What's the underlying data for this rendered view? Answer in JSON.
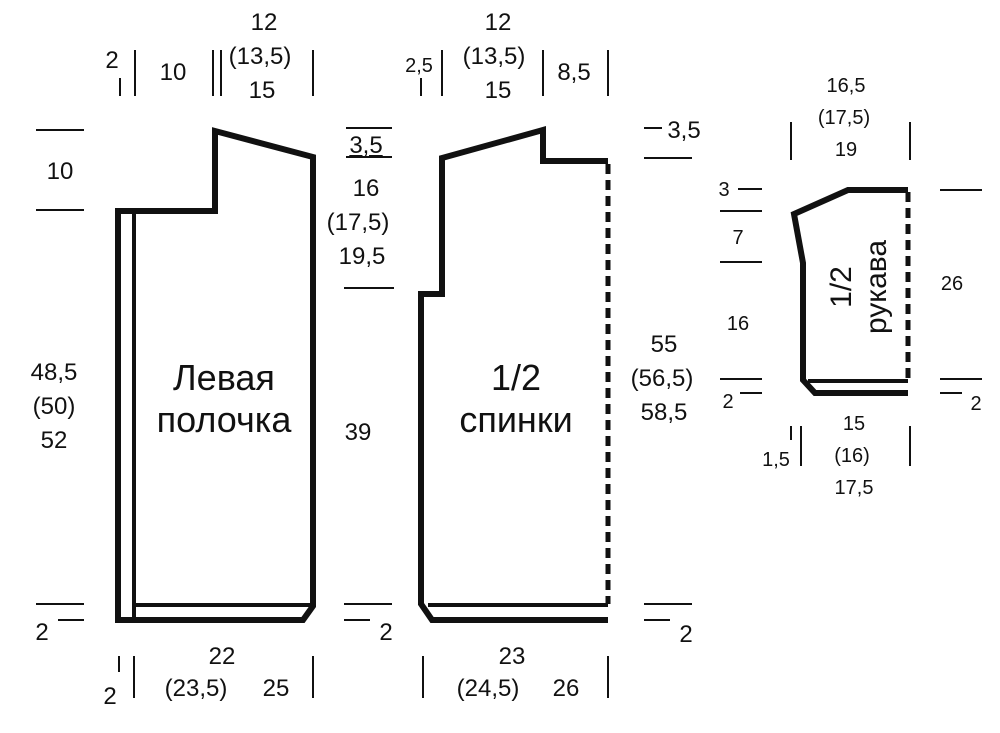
{
  "front": {
    "title": [
      "Левая",
      "полочка"
    ],
    "top_width": [
      "12",
      "(13,5)",
      "15"
    ],
    "left_margin": "2",
    "shoulder": "10",
    "neck_depth": "10",
    "shoulder_slope": "3,5",
    "armhole": [
      "16",
      "(17,5)",
      "19,5"
    ],
    "length": [
      "48,5",
      "(50)",
      "52"
    ],
    "side": "39",
    "hem_left": "2",
    "hem_right": "2",
    "bottom_width": [
      "22",
      "(23,5)",
      "25"
    ],
    "bottom_left": "2"
  },
  "back": {
    "title": [
      "1/2",
      "спинки"
    ],
    "neck_left": "2,5",
    "top_width": [
      "12",
      "(13,5)",
      "15"
    ],
    "neck_half": "8,5",
    "shoulder_slope": "3,5",
    "length": [
      "55",
      "(56,5)",
      "58,5"
    ],
    "hem": "2",
    "bottom_width": [
      "23",
      "(24,5)",
      "26"
    ]
  },
  "sleeve": {
    "title": [
      "1/2",
      "рукава"
    ],
    "top_width": [
      "16,5",
      "(17,5)",
      "19"
    ],
    "cap_a": "3",
    "cap_b": "7",
    "straight": "16",
    "hem": "2",
    "hem_right": "2",
    "length": "26",
    "cuff_left": "1,5",
    "bottom_width": [
      "15",
      "(16)",
      "17,5"
    ]
  }
}
